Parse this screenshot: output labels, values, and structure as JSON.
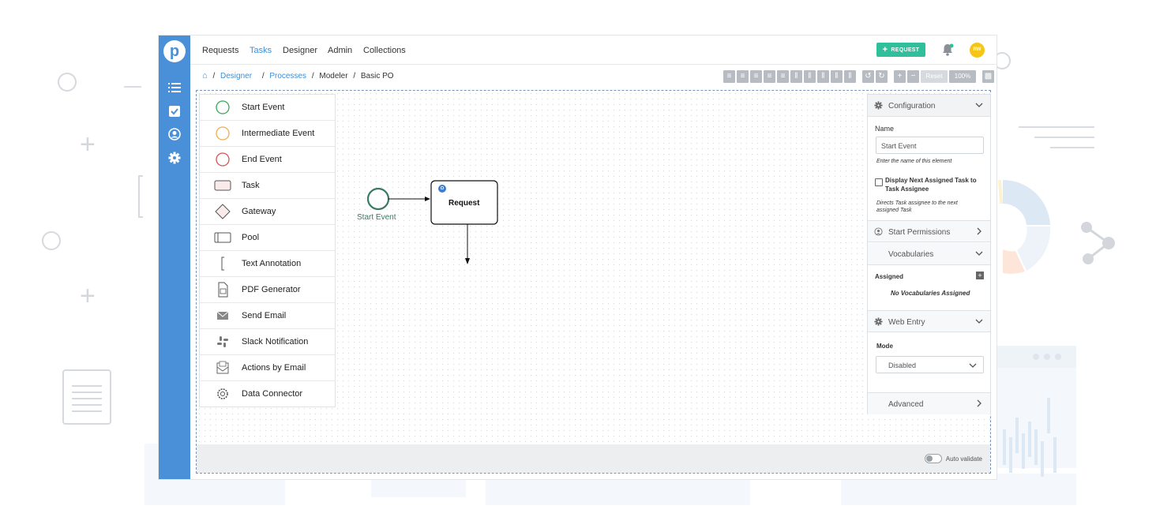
{
  "nav": {
    "items": [
      "Requests",
      "Tasks",
      "Designer",
      "Admin",
      "Collections"
    ],
    "active": "Tasks",
    "request_button": "REQUEST",
    "avatar_initials": "RW"
  },
  "breadcrumb": {
    "home_icon": "home-icon",
    "designer": "Designer",
    "processes": "Processes",
    "modeler": "Modeler",
    "current": "Basic PO",
    "separator": "/"
  },
  "toolbar": {
    "reset_label": "Reset",
    "zoom_label": "100%"
  },
  "palette": {
    "items": [
      {
        "label": "Start Event",
        "icon": "start-event-icon"
      },
      {
        "label": "Intermediate Event",
        "icon": "intermediate-event-icon"
      },
      {
        "label": "End Event",
        "icon": "end-event-icon"
      },
      {
        "label": "Task",
        "icon": "task-icon"
      },
      {
        "label": "Gateway",
        "icon": "gateway-icon"
      },
      {
        "label": "Pool",
        "icon": "pool-icon"
      },
      {
        "label": "Text Annotation",
        "icon": "text-annotation-icon"
      },
      {
        "label": "PDF Generator",
        "icon": "pdf-generator-icon"
      },
      {
        "label": "Send Email",
        "icon": "envelope-icon"
      },
      {
        "label": "Slack Notification",
        "icon": "slack-icon"
      },
      {
        "label": "Actions by Email",
        "icon": "actions-email-icon"
      },
      {
        "label": "Data Connector",
        "icon": "data-connector-icon"
      }
    ]
  },
  "diagram": {
    "start_event_label": "Start Event",
    "task_label": "Request"
  },
  "config": {
    "configuration_title": "Configuration",
    "name_label": "Name",
    "name_value": "Start Event",
    "name_help": "Enter the name of this element",
    "display_next_label": "Display Next Assigned Task to Task Assignee",
    "display_next_help": "Directs Task assignee to the next assigned Task",
    "start_permissions_title": "Start Permissions",
    "vocabularies_title": "Vocabularies",
    "assigned_label": "Assigned",
    "no_vocabularies": "No Vocabularies Assigned",
    "web_entry_title": "Web Entry",
    "mode_label": "Mode",
    "mode_value": "Disabled",
    "advanced_title": "Advanced"
  },
  "footer": {
    "auto_validate_label": "Auto validate"
  },
  "colors": {
    "sidebar": "#4a90d9",
    "accent_link": "#3d8fd6",
    "request_button": "#2fbf9a",
    "start_event": "#2e8b57",
    "end_event": "#d9534f",
    "intermediate_event": "#f0ad4e"
  }
}
